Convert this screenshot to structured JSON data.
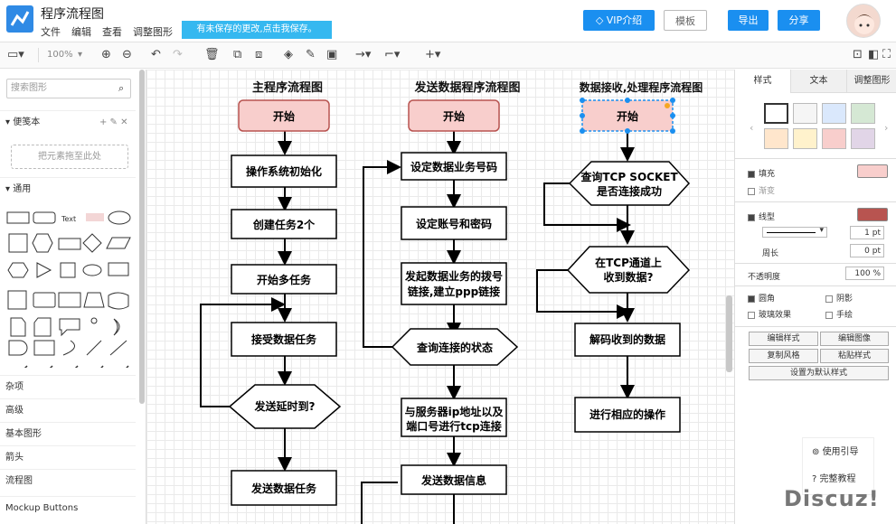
{
  "header": {
    "app_title": "程序流程图",
    "menu": [
      "文件",
      "编辑",
      "查看",
      "调整图形"
    ],
    "unsaved_notice": "有未保存的更改,点击我保存。",
    "vip_label": "VIP介绍",
    "template_label": "模板",
    "export_label": "导出",
    "share_label": "分享"
  },
  "toolbar": {
    "zoom": "100%"
  },
  "left_panel": {
    "search_placeholder": "搜索图形",
    "scratchpad_title": "便笺本",
    "dropzone_text": "把元素拖至此处",
    "general_title": "通用",
    "shape_text_label": "Text",
    "sections": [
      "杂项",
      "高级",
      "基本图形",
      "箭头",
      "流程图",
      "Mockup Buttons"
    ]
  },
  "canvas": {
    "titles": [
      "主程序流程图",
      "发送数据程序流程图",
      "数据接收,处理程序流程图"
    ],
    "col1": {
      "start": "开始",
      "init": "操作系统初始化",
      "create_tasks": "创建任务2个",
      "multitask": "开始多任务",
      "receive": "接受数据任务",
      "timeout": "发送延时到?",
      "send": "发送数据任务"
    },
    "col2": {
      "start": "开始",
      "set_code": "设定数据业务号码",
      "set_account": "设定账号和密码",
      "link_line1": "发起数据业务的拨号",
      "link_line2": "链接,建立ppp链接",
      "query": "查询连接的状态",
      "tcp_line1": "与服务器ip地址以及",
      "tcp_line2": "端口号进行tcp连接",
      "send_info": "发送数据信息"
    },
    "col3": {
      "start": "开始",
      "q1_line1": "查询TCP SOCKET",
      "q1_line2": "是否连接成功",
      "q2_line1": "在TCP通道上",
      "q2_line2": "收到数据?",
      "decode": "解码收到的数据",
      "act": "进行相应的操作"
    }
  },
  "right_panel": {
    "tabs": [
      "样式",
      "文本",
      "调整图形"
    ],
    "swatches": [
      "#ffffff",
      "#f5f5f5",
      "#dae8fc",
      "#d5e8d4",
      "#ffe6cc",
      "#fff2cc",
      "#f8cecc",
      "#e1d5e7"
    ],
    "fill_label": "填充",
    "gradient_label": "渐变",
    "fill_color": "#f8cecc",
    "line_label": "线型",
    "line_color": "#b85450",
    "line_width": "1 pt",
    "perimeter_label": "周长",
    "perimeter_value": "0 pt",
    "opacity_label": "不透明度",
    "opacity_value": "100 %",
    "rounded_label": "圆角",
    "shadow_label": "阴影",
    "glass_label": "玻璃效果",
    "sketch_label": "手绘",
    "edit_style": "编辑样式",
    "edit_image": "编辑图像",
    "copy_style": "复制风格",
    "paste_style": "粘贴样式",
    "set_default": "设置为默认样式"
  },
  "help": {
    "guide": "使用引导",
    "tutorial": "完整教程"
  },
  "watermark": "Discuz!"
}
